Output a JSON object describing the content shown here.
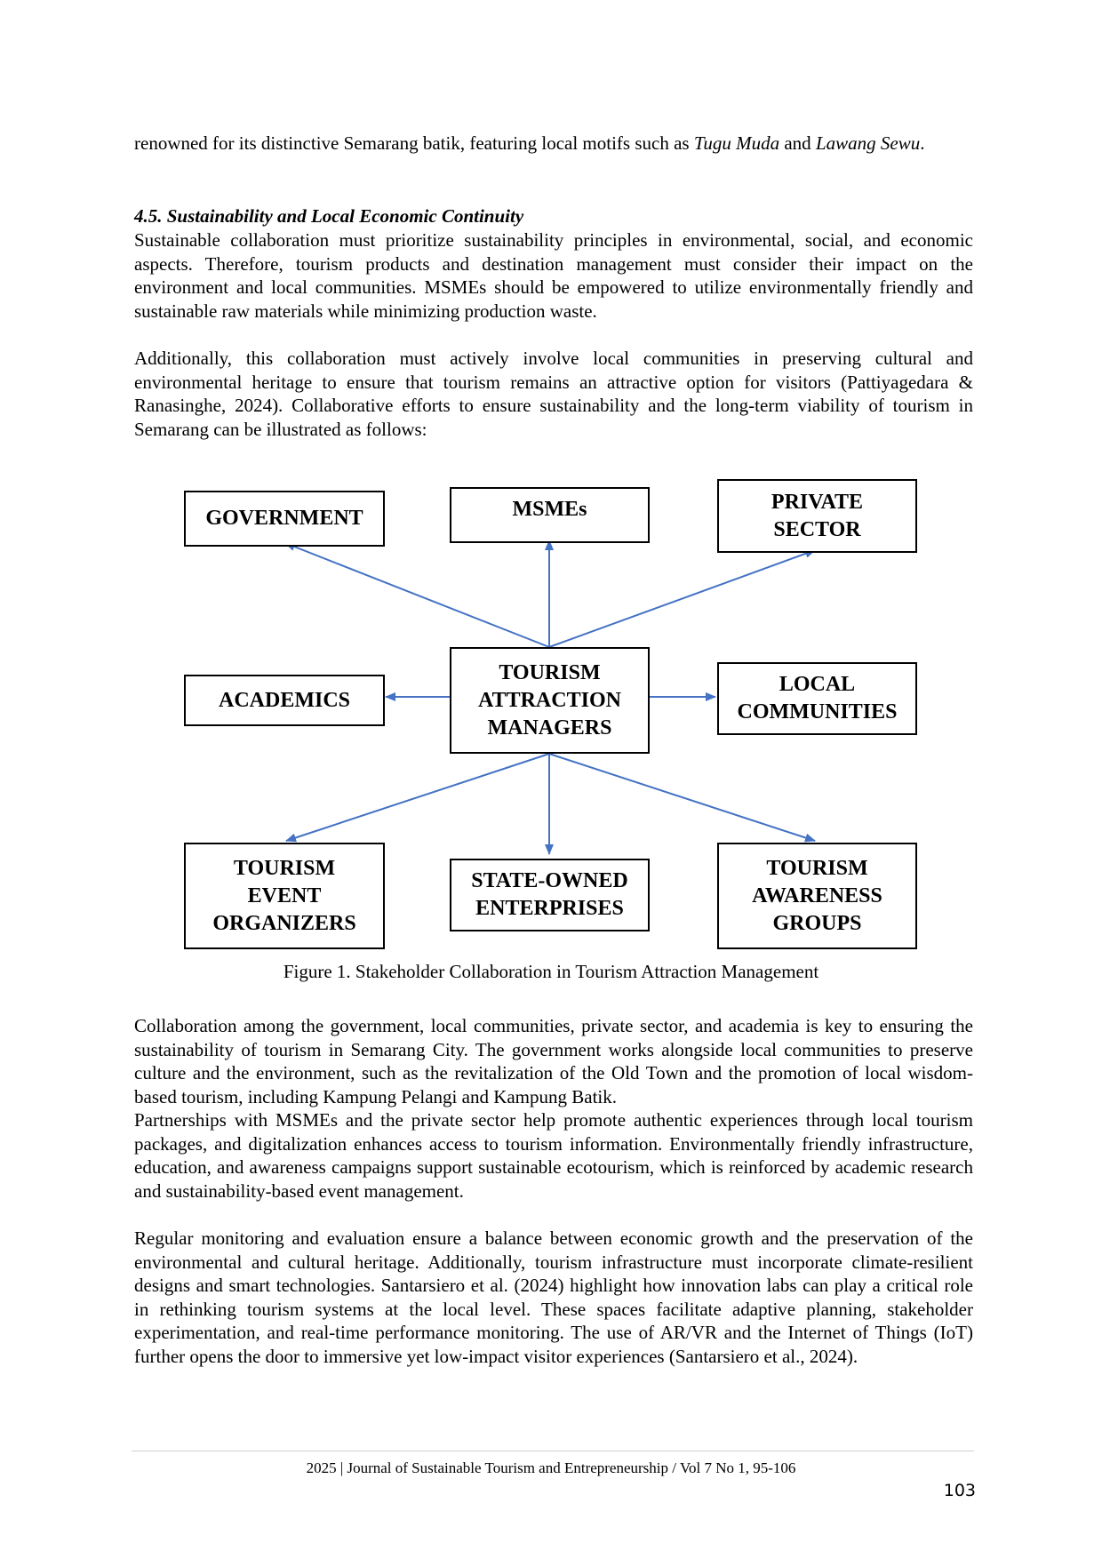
{
  "intro": {
    "text_a": "renowned for its distinctive Semarang batik, featuring local motifs such as ",
    "italic_1": "Tugu Muda",
    "text_b": " and ",
    "italic_2": "Lawang Sewu",
    "text_c": "."
  },
  "section": {
    "heading": "4.5.  Sustainability and Local Economic Continuity",
    "paragraph_1": "Sustainable collaboration must prioritize sustainability principles in environmental, social, and economic aspects. Therefore, tourism products and destination management must consider their impact on the environment and local communities. MSMEs should be empowered to utilize environmentally friendly and sustainable raw materials while minimizing production waste.",
    "paragraph_2": "Additionally, this collaboration must actively involve local communities in preserving cultural and environmental heritage to ensure that tourism remains an attractive option for visitors (Pattiyagedara & Ranasinghe, 2024). Collaborative efforts to ensure sustainability and the long-term viability of tourism in Semarang can be illustrated as follows:"
  },
  "diagram": {
    "center": [
      "TOURISM",
      "ATTRACTION",
      "MANAGERS"
    ],
    "government": [
      "GOVERNMENT"
    ],
    "msmes": [
      "MSMEs"
    ],
    "private_sector": [
      "PRIVATE",
      "SECTOR"
    ],
    "academics": [
      "ACADEMICS"
    ],
    "local_communities": [
      "LOCAL",
      "COMMUNITIES"
    ],
    "event_organizers": [
      "TOURISM",
      "EVENT",
      "ORGANIZERS"
    ],
    "state_owned": [
      "STATE-OWNED",
      "ENTERPRISES"
    ],
    "awareness_groups": [
      "TOURISM",
      "AWARENESS",
      "GROUPS"
    ],
    "arrow_color": "#4472C4"
  },
  "figure_caption": "Figure 1. Stakeholder Collaboration in Tourism Attraction Management",
  "body": {
    "paragraph_3a": "Collaboration among the government, local communities, private sector, and academia is key to ensuring the sustainability of tourism in Semarang City. The government works alongside local communities to preserve culture and the environment, such as the revitalization of the Old Town and the promotion of local wisdom-based tourism, including Kampung Pelangi and Kampung Batik.",
    "paragraph_3b": "Partnerships with MSMEs and the private sector help promote authentic experiences through local tourism packages, and digitalization enhances access to tourism information. Environmentally friendly infrastructure, education, and awareness campaigns support sustainable ecotourism, which is reinforced by academic research and sustainability-based event management.",
    "paragraph_4": "Regular monitoring and evaluation ensure a balance between economic growth and the preservation of the environmental and cultural heritage. Additionally, tourism infrastructure must incorporate climate-resilient designs and smart technologies. Santarsiero et al. (2024) highlight how innovation labs can play a critical role in rethinking tourism systems at the local level. These spaces facilitate adaptive planning, stakeholder experimentation, and real-time performance monitoring. The use of AR/VR and the Internet of Things (IoT) further opens the door to immersive yet low-impact visitor experiences (Santarsiero et al., 2024)."
  },
  "footer": {
    "journal": "2025 | Journal of Sustainable Tourism and Entrepreneurship / Vol 7 No 1, 95-106",
    "page_number": "103"
  }
}
